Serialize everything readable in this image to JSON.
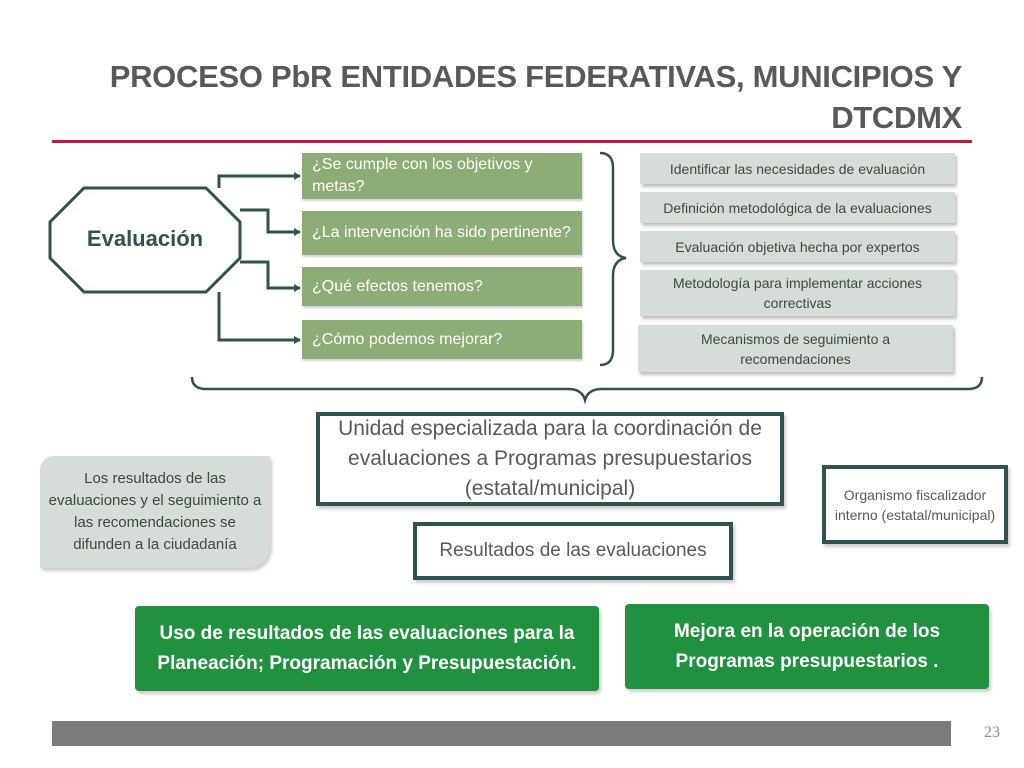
{
  "title": "PROCESO PbR ENTIDADES FEDERATIVAS, MUNICIPIOS Y DTCDMX",
  "evaluacion": {
    "label": "Evaluación"
  },
  "questions": [
    "¿Se cumple con los objetivos y metas?",
    "¿La intervención ha sido pertinente?",
    "¿Qué efectos tenemos?",
    "¿Cómo podemos mejorar?"
  ],
  "requirements": [
    "Identificar las necesidades de evaluación",
    "Definición metodológica de la evaluaciones",
    "Evaluación objetiva hecha por expertos",
    "Metodología para implementar acciones correctivas",
    "Mecanismos de seguimiento a recomendaciones"
  ],
  "unidad": "Unidad especializada para la coordinación de evaluaciones a Programas presupuestarios (estatal/municipal)",
  "resultados": "Resultados de las evaluaciones",
  "organismo": "Organismo fiscalizador interno (estatal/municipal)",
  "note": "Los resultados de las evaluaciones y el seguimiento a las recomendaciones se difunden a la ciudadanía",
  "uso": "Uso de resultados de las evaluaciones para la Planeación; Programación y Presupuestación.",
  "mejora": "Mejora en la operación de los Programas presupuestarios .",
  "page_number": "23",
  "colors": {
    "accent_red": "#c0193a",
    "dark_teal": "#33524f",
    "question_green": "#8eac75",
    "result_green": "#219140",
    "light_gray": "#d6dcd7",
    "footer_gray": "#7b7b7b"
  }
}
